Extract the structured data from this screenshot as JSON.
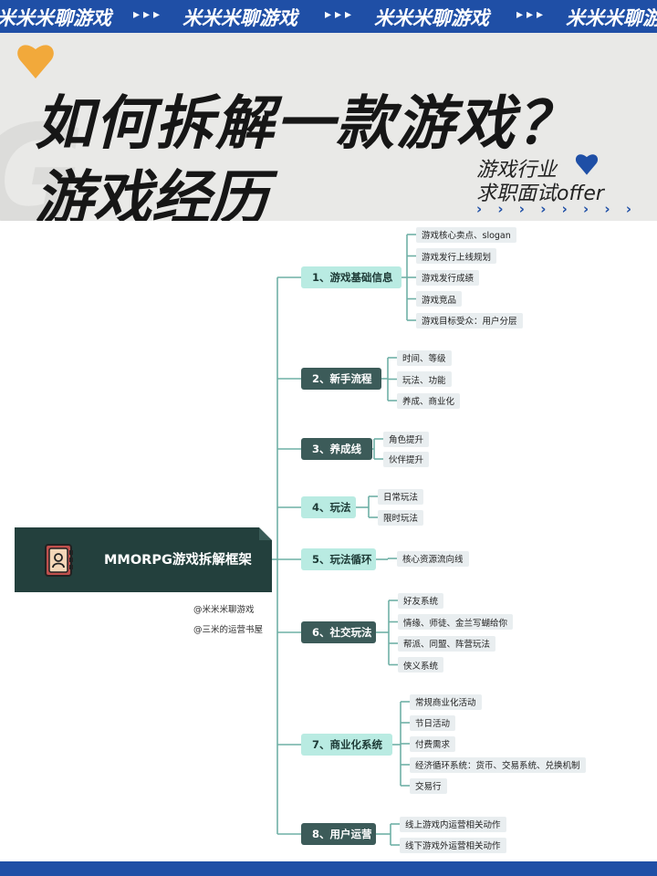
{
  "banner": {
    "text": "米米米聊游戏",
    "arrows": "▸▸▸"
  },
  "header": {
    "title_line1": "如何拆解一款游戏？",
    "title_line2": "游戏经历",
    "subtitle_line1": "游戏行业",
    "subtitle_line2": "求职面试offer",
    "chevrons": "› › › › › › › › › ›"
  },
  "diagram": {
    "root": "MMORPG游戏拆解框架",
    "credits": [
      "@米米米聊游戏",
      "@三米的运营书屋"
    ],
    "branches": [
      {
        "label": "1、游戏基础信息",
        "leaves": [
          "游戏核心卖点、slogan",
          "游戏发行上线规划",
          "游戏发行成绩",
          "游戏竞品",
          "游戏目标受众：用户分层"
        ]
      },
      {
        "label": "2、新手流程",
        "leaves": [
          "时间、等级",
          "玩法、功能",
          "养成、商业化"
        ]
      },
      {
        "label": "3、养成线",
        "leaves": [
          "角色提升",
          "伙伴提升"
        ]
      },
      {
        "label": "4、玩法",
        "leaves": [
          "日常玩法",
          "限时玩法"
        ]
      },
      {
        "label": "5、玩法循环",
        "leaves": [
          "核心资源流向线"
        ]
      },
      {
        "label": "6、社交玩法",
        "leaves": [
          "好友系统",
          "情缘、师徒、金兰写蝴给你",
          "帮派、同盟、阵营玩法",
          "侠义系统"
        ]
      },
      {
        "label": "7、商业化系统",
        "leaves": [
          "常规商业化活动",
          "节日活动",
          "付费需求",
          "经济循环系统：货币、交易系统、兑换机制",
          "交易行"
        ]
      },
      {
        "label": "8、用户运营",
        "leaves": [
          "线上游戏内运营相关动作",
          "线下游戏外运营相关动作"
        ]
      }
    ]
  },
  "colors": {
    "banner": "#1f4fa6",
    "root": "#23403d",
    "light_node": "#b9ebe2",
    "dark_node": "#3c5b59",
    "line": "#6fb0a6",
    "leaf_bg": "#e9eef0"
  },
  "icons": {
    "root_icon": "contacts-book-icon",
    "header_hearts": "heart-icon"
  }
}
